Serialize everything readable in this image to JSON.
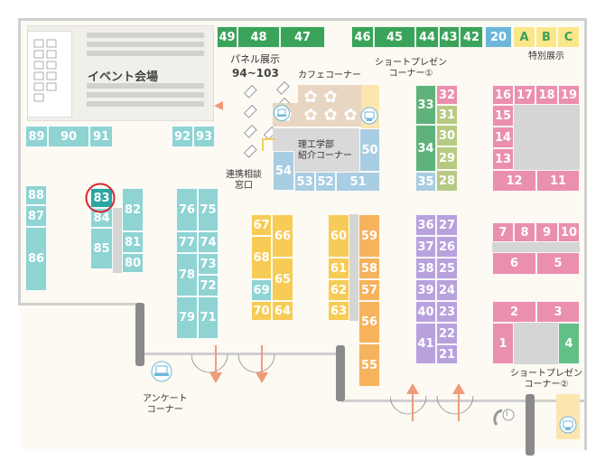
{
  "labels": {
    "event_hall": "イベント会場",
    "panel_title": "パネル展示",
    "panel_range": "94~103",
    "cafe": "カフェコーナー",
    "short_presen1": "ショートプレゼン\nコーナー①",
    "science_intro": "理工学部\n紹介コーナー",
    "cooperation": "連携相談\n窓口",
    "special": "特別展示",
    "survey": "アンケート\nコーナー",
    "short_presen2": "ショートプレゼン\nコーナー②"
  },
  "booths": {
    "b49": "49",
    "b48": "48",
    "b47": "47",
    "b46": "46",
    "b45": "45",
    "b44": "44",
    "b43": "43",
    "b42": "42",
    "b20": "20",
    "bA": "A",
    "bB": "B",
    "bC": "C",
    "b89": "89",
    "b90": "90",
    "b91": "91",
    "b92": "92",
    "b93": "93",
    "b32": "32",
    "b33": "33",
    "b31": "31",
    "b30": "30",
    "b34": "34",
    "b29": "29",
    "b35": "35",
    "b28": "28",
    "b50": "50",
    "b54": "54",
    "b53": "53",
    "b52": "52",
    "b51": "51",
    "b16": "16",
    "b17": "17",
    "b18": "18",
    "b19": "19",
    "b15": "15",
    "b14": "14",
    "b13": "13",
    "b12": "12",
    "b11": "11",
    "b88": "88",
    "b87": "87",
    "b86": "86",
    "b83": "83",
    "b84": "84",
    "b85": "85",
    "b82": "82",
    "b81": "81",
    "b80": "80",
    "b76": "76",
    "b75": "75",
    "b77": "77",
    "b74": "74",
    "b78": "78",
    "b73": "73",
    "b72": "72",
    "b79": "79",
    "b71": "71",
    "b67": "67",
    "b66": "66",
    "b68": "68",
    "b65": "65",
    "b69": "69",
    "b70": "70",
    "b64": "64",
    "b60": "60",
    "b59": "59",
    "b61": "61",
    "b58": "58",
    "b62": "62",
    "b57": "57",
    "b63": "63",
    "b56": "56",
    "b55": "55",
    "b36": "36",
    "b27": "27",
    "b37": "37",
    "b26": "26",
    "b38": "38",
    "b25": "25",
    "b39": "39",
    "b24": "24",
    "b40": "40",
    "b23": "23",
    "b41": "41",
    "b22": "22",
    "b21": "21",
    "b7": "7",
    "b8": "8",
    "b9": "9",
    "b10": "10",
    "b6": "6",
    "b5": "5",
    "b2": "2",
    "b3": "3",
    "b1": "1",
    "b4": "4"
  },
  "info_icon": "i",
  "colors": {
    "highlight_circle": "#d7262d",
    "arrow": "#ef9b7b",
    "green": "#5fb37a",
    "pink": "#ea90ad",
    "purple": "#b8a2de",
    "orange": "#f6b25c",
    "yellow": "#f6cc56",
    "cyan": "#8fd3d3"
  },
  "icons": [
    "presentation-podium-icon",
    "laptop-icon",
    "information-icon",
    "entrance-arrow-icon",
    "flower-table-icon",
    "panel-board-icon"
  ]
}
